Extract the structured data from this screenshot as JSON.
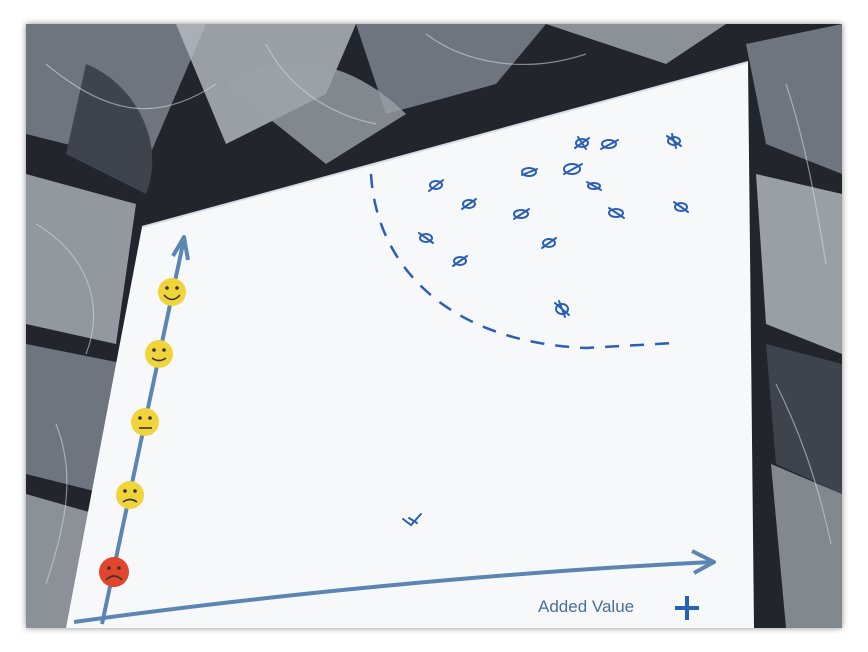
{
  "photo": {
    "colors": {
      "wallpaper_dark": "#22262c",
      "wallpaper_mid": "#6f757e",
      "wallpaper_light": "#b9bec4",
      "board": "#f7f8fa",
      "axis": "#5b86b3",
      "marker": "#2a5fb4",
      "smiley_yellow": "#f1d33a",
      "smiley_red": "#e2452b"
    },
    "board": {
      "x_axis_label": "Added Value",
      "x_axis_plus": "+",
      "y_axis_scale": [
        "happy",
        "slightly-happy",
        "neutral",
        "slightly-sad",
        "sad"
      ]
    }
  }
}
